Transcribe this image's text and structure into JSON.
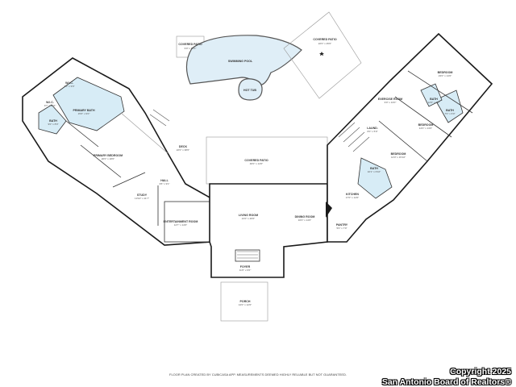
{
  "rooms": {
    "covered_patio_nw": {
      "name": "COVERED PATIO",
      "dim": "9'0\" x 20'0\""
    },
    "swimming_pool": {
      "name": "SWIMMING POOL",
      "dim": ""
    },
    "hot_tub": {
      "name": "HOT TUB",
      "dim": ""
    },
    "covered_patio_ne": {
      "name": "COVERED PATIO",
      "dim": "22'0\" x 25'0\""
    },
    "wic": {
      "name": "W.I.C.",
      "dim": "9'0\" x 9'0\""
    },
    "wic2": {
      "name": "W.I.C.",
      "dim": "9'7\" x 11'0\""
    },
    "bath_primary_small": {
      "name": "BATH",
      "dim": "9'0\" x 8'0\""
    },
    "primary_bath": {
      "name": "PRIMARY BATH",
      "dim": "15'0\" x 9'0\""
    },
    "primary_bedroom": {
      "name": "PRIMARY BEDROOM",
      "dim": "20'0\" x 18'0\""
    },
    "deck": {
      "name": "DECK",
      "dim": "22'0\" x 38'0\""
    },
    "covered_patio_center": {
      "name": "COVERED PATIO",
      "dim": "46'0\" x 14'0\""
    },
    "hall": {
      "name": "HALL",
      "dim": "3'6\" x 9'1\""
    },
    "study": {
      "name": "STUDY",
      "dim": "13'10\" x 11'7\""
    },
    "entertainment_room": {
      "name": "ENTERTAINMENT ROOM",
      "dim": "14'7\" x 14'0\""
    },
    "living_room": {
      "name": "LIVING ROOM",
      "dim": "21'0\" x 26'0\""
    },
    "dining_room": {
      "name": "DINING ROOM",
      "dim": "16'0\" x 14'0\""
    },
    "foyer": {
      "name": "FOYER",
      "dim": "11'0\" x 6'0\""
    },
    "porch": {
      "name": "PORCH",
      "dim": "14'0\" x 12'0\""
    },
    "kitchen": {
      "name": "KITCHEN",
      "dim": "17'0\" x 14'0\""
    },
    "pantry": {
      "name": "PANTRY",
      "dim": "5'0\" x 7'0\""
    },
    "bath_east": {
      "name": "BATH",
      "dim": "10'1\" x 6'10\""
    },
    "bedroom_a": {
      "name": "BEDROOM",
      "dim": "14'0\" x 15'10\""
    },
    "bedroom_b": {
      "name": "BEDROOM",
      "dim": "14'0\" x 13'0\""
    },
    "bedroom_c": {
      "name": "BEDROOM",
      "dim": "23'0\" x 14'0\""
    },
    "laundry": {
      "name": "LAUND.",
      "dim": "6'0\" x 5'0\""
    },
    "exercise_room": {
      "name": "EXERCISE ROOM",
      "dim": "9'0\" x 13'0\""
    },
    "bath_ne1": {
      "name": "BATH",
      "dim": "12'0\" x 4'0\""
    },
    "bath_ne2": {
      "name": "BATH",
      "dim": "7'0\" x 6'0\""
    }
  },
  "footer": {
    "disclaimer": "FLOOR PLAN CREATED BY CUBICASA APP. MEASUREMENTS DEEMED HIGHLY RELIABLE BUT NOT GUARANTEED."
  },
  "watermark": {
    "line1": "Copyright 2025",
    "line2": "San Antonio Board of Realtors®"
  }
}
